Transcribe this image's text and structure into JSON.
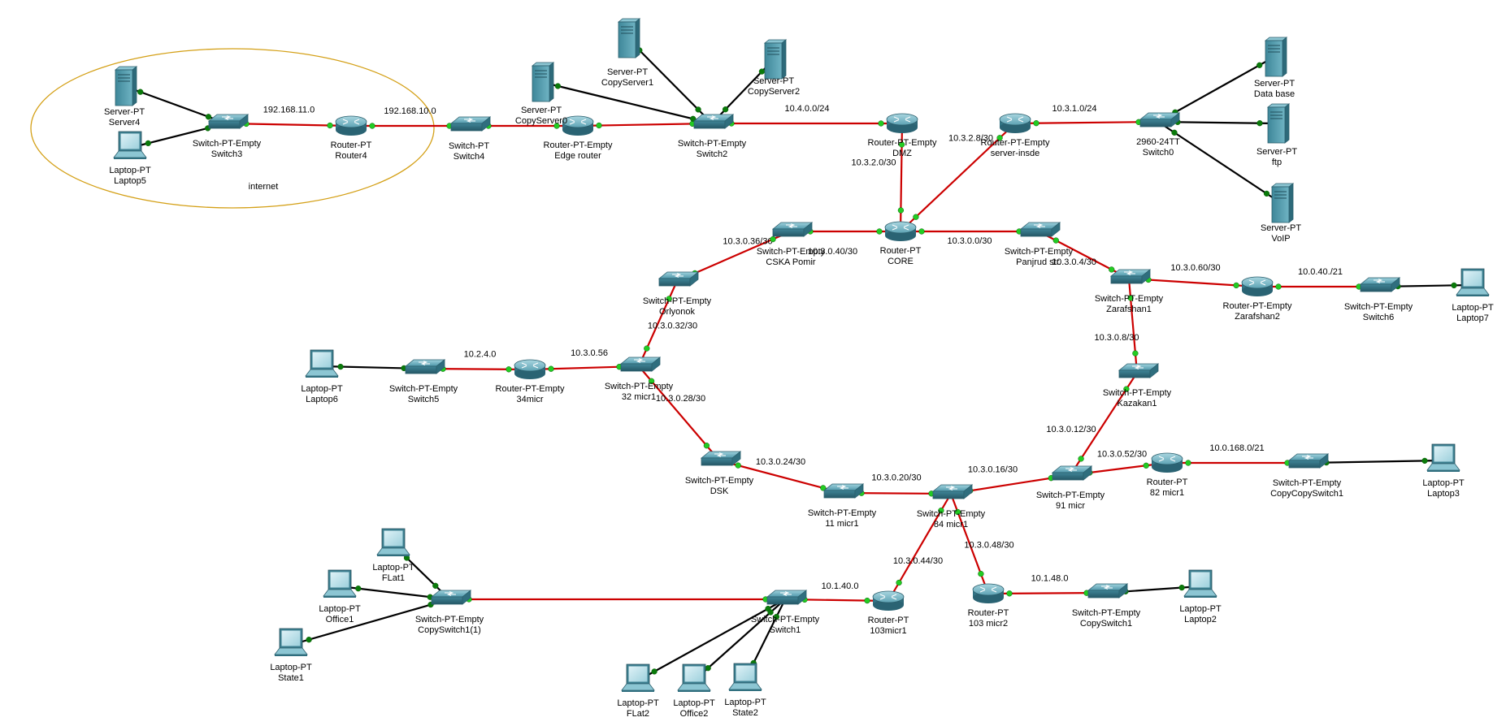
{
  "cloud": {
    "label": "internet"
  },
  "devices": [
    {
      "id": "server4",
      "name": "server4",
      "type": "server",
      "line1": "Server-PT",
      "line2": "Server4"
    },
    {
      "id": "laptop5",
      "name": "laptop5",
      "type": "laptop",
      "line1": "Laptop-PT",
      "line2": "Laptop5"
    },
    {
      "id": "switch3",
      "name": "switch3",
      "type": "switch",
      "line1": "Switch-PT-Empty",
      "line2": "Switch3"
    },
    {
      "id": "router4",
      "name": "router4",
      "type": "router",
      "line1": "Router-PT",
      "line2": "Router4"
    },
    {
      "id": "switch4",
      "name": "switch4",
      "type": "switch",
      "line1": "Switch-PT",
      "line2": "Switch4"
    },
    {
      "id": "edge",
      "name": "edge-router",
      "type": "router",
      "line1": "Router-PT-Empty",
      "line2": "Edge router"
    },
    {
      "id": "cs0",
      "name": "copyserver0",
      "type": "server",
      "line1": "Server-PT",
      "line2": "CopyServer0"
    },
    {
      "id": "cs1",
      "name": "copyserver1",
      "type": "server",
      "line1": "Server-PT",
      "line2": "CopyServer1"
    },
    {
      "id": "cs2",
      "name": "copyserver2",
      "type": "server",
      "line1": "Server-PT",
      "line2": "CopyServer2"
    },
    {
      "id": "switch2",
      "name": "switch2",
      "type": "switch",
      "line1": "Switch-PT-Empty",
      "line2": "Switch2"
    },
    {
      "id": "dmz",
      "name": "dmz-router",
      "type": "router",
      "line1": "Router-PT-Empty",
      "line2": "DMZ"
    },
    {
      "id": "srvinside",
      "name": "server-insde-router",
      "type": "router",
      "line1": "Router-PT-Empty",
      "line2": "server-insde"
    },
    {
      "id": "switch0",
      "name": "switch0",
      "type": "switch",
      "line1": "2960-24TT",
      "line2": "Switch0"
    },
    {
      "id": "database",
      "name": "database-server",
      "type": "server",
      "line1": "Server-PT",
      "line2": "Data base"
    },
    {
      "id": "ftp",
      "name": "ftp-server",
      "type": "server",
      "line1": "Server-PT",
      "line2": "ftp"
    },
    {
      "id": "voip",
      "name": "voip-server",
      "type": "server",
      "line1": "Server-PT",
      "line2": "VoIP"
    },
    {
      "id": "core",
      "name": "core-router",
      "type": "router",
      "line1": "Router-PT",
      "line2": "CORE"
    },
    {
      "id": "cska",
      "name": "cska-pomir-switch",
      "type": "switch",
      "line1": "Switch-PT-Empty",
      "line2": "CSKA Pomir"
    },
    {
      "id": "panjrud",
      "name": "panjrud-switch",
      "type": "switch",
      "line1": "Switch-PT-Empty",
      "line2": "Panjrud str."
    },
    {
      "id": "orlyonok",
      "name": "orlyonok-switch",
      "type": "switch",
      "line1": "Switch-PT-Empty",
      "line2": "Orlyonok"
    },
    {
      "id": "zaraf1",
      "name": "zarafshan1-switch",
      "type": "switch",
      "line1": "Switch-PT-Empty",
      "line2": "Zarafshan1"
    },
    {
      "id": "zaraf2",
      "name": "zarafshan2-router",
      "type": "router",
      "line1": "Router-PT-Empty",
      "line2": "Zarafshan2"
    },
    {
      "id": "switch6",
      "name": "switch6",
      "type": "switch",
      "line1": "Switch-PT-Empty",
      "line2": "Switch6"
    },
    {
      "id": "laptop7",
      "name": "laptop7",
      "type": "laptop",
      "line1": "Laptop-PT",
      "line2": "Laptop7"
    },
    {
      "id": "laptop6",
      "name": "laptop6",
      "type": "laptop",
      "line1": "Laptop-PT",
      "line2": "Laptop6"
    },
    {
      "id": "switch5",
      "name": "switch5",
      "type": "switch",
      "line1": "Switch-PT-Empty",
      "line2": "Switch5"
    },
    {
      "id": "r34",
      "name": "34micr-router",
      "type": "router",
      "line1": "Router-PT-Empty",
      "line2": "34micr"
    },
    {
      "id": "s32",
      "name": "32-micr1-switch",
      "type": "switch",
      "line1": "Switch-PT-Empty",
      "line2": "32 micr1"
    },
    {
      "id": "kazakan",
      "name": "kazakan1-switch",
      "type": "switch",
      "line1": "Switch-PT-Empty",
      "line2": "Kazakan1"
    },
    {
      "id": "dsk",
      "name": "dsk-switch",
      "type": "switch",
      "line1": "Switch-PT-Empty",
      "line2": "DSK"
    },
    {
      "id": "s11",
      "name": "11-micr1-switch",
      "type": "switch",
      "line1": "Switch-PT-Empty",
      "line2": "11 micr1"
    },
    {
      "id": "s84",
      "name": "84-micr1-switch",
      "type": "switch",
      "line1": "Switch-PT-Empty",
      "line2": "84 micr1"
    },
    {
      "id": "s91",
      "name": "91-micr-switch",
      "type": "switch",
      "line1": "Switch-PT-Empty",
      "line2": "91 micr"
    },
    {
      "id": "r82",
      "name": "82-micr1-router",
      "type": "router",
      "line1": "Router-PT",
      "line2": "82 micr1"
    },
    {
      "id": "ccs1",
      "name": "copycopyswitch1",
      "type": "switch",
      "line1": "Switch-PT-Empty",
      "line2": "CopyCopySwitch1"
    },
    {
      "id": "laptop3",
      "name": "laptop3",
      "type": "laptop",
      "line1": "Laptop-PT",
      "line2": "Laptop3"
    },
    {
      "id": "flat1",
      "name": "flat1-laptop",
      "type": "laptop",
      "line1": "Laptop-PT",
      "line2": "FLat1"
    },
    {
      "id": "office1",
      "name": "office1-laptop",
      "type": "laptop",
      "line1": "Laptop-PT",
      "line2": "Office1"
    },
    {
      "id": "state1",
      "name": "state1-laptop",
      "type": "laptop",
      "line1": "Laptop-PT",
      "line2": "State1"
    },
    {
      "id": "cs11",
      "name": "copyswitch1-1",
      "type": "switch",
      "line1": "Switch-PT-Empty",
      "line2": "CopySwitch1(1)"
    },
    {
      "id": "switch1",
      "name": "switch1",
      "type": "switch",
      "line1": "Switch-PT-Empty",
      "line2": "Switch1"
    },
    {
      "id": "r103",
      "name": "103micr1-router",
      "type": "router",
      "line1": "Router-PT",
      "line2": "103micr1"
    },
    {
      "id": "r1032",
      "name": "103-micr2-router",
      "type": "router",
      "line1": "Router-PT",
      "line2": "103 micr2"
    },
    {
      "id": "copysw1",
      "name": "copyswitch1",
      "type": "switch",
      "line1": "Switch-PT-Empty",
      "line2": "CopySwitch1"
    },
    {
      "id": "laptop2",
      "name": "laptop2",
      "type": "laptop",
      "line1": "Laptop-PT",
      "line2": "Laptop2"
    },
    {
      "id": "flat2",
      "name": "flat2-laptop",
      "type": "laptop",
      "line1": "Laptop-PT",
      "line2": "FLat2"
    },
    {
      "id": "office2",
      "name": "office2-laptop",
      "type": "laptop",
      "line1": "Laptop-PT",
      "line2": "Office2"
    },
    {
      "id": "state2",
      "name": "state2-laptop",
      "type": "laptop",
      "line1": "Laptop-PT",
      "line2": "State2"
    }
  ],
  "links": [
    {
      "a": "server4",
      "b": "switch3",
      "kind": "copper"
    },
    {
      "a": "laptop5",
      "b": "switch3",
      "kind": "copper"
    },
    {
      "a": "switch3",
      "b": "router4",
      "kind": "serial",
      "label": "192.168.11.0"
    },
    {
      "a": "router4",
      "b": "switch4",
      "kind": "serial",
      "label": "192.168.10.0"
    },
    {
      "a": "switch4",
      "b": "edge",
      "kind": "serial"
    },
    {
      "a": "edge",
      "b": "switch2",
      "kind": "serial"
    },
    {
      "a": "cs0",
      "b": "switch2",
      "kind": "copper"
    },
    {
      "a": "cs1",
      "b": "switch2",
      "kind": "copper"
    },
    {
      "a": "cs2",
      "b": "switch2",
      "kind": "copper"
    },
    {
      "a": "switch2",
      "b": "dmz",
      "kind": "serial",
      "label": "10.4.0.0/24"
    },
    {
      "a": "dmz",
      "b": "core",
      "kind": "serial",
      "label": "10.3.2.0/30"
    },
    {
      "a": "srvinside",
      "b": "core",
      "kind": "serial",
      "label": "10.3.2.8/30"
    },
    {
      "a": "srvinside",
      "b": "switch0",
      "kind": "serial",
      "label": "10.3.1.0/24"
    },
    {
      "a": "switch0",
      "b": "database",
      "kind": "copper"
    },
    {
      "a": "switch0",
      "b": "ftp",
      "kind": "copper"
    },
    {
      "a": "switch0",
      "b": "voip",
      "kind": "copper"
    },
    {
      "a": "cska",
      "b": "core",
      "kind": "serial",
      "label": "10.3.0.40/30"
    },
    {
      "a": "core",
      "b": "panjrud",
      "kind": "serial",
      "label": "10.3.0.0/30"
    },
    {
      "a": "orlyonok",
      "b": "cska",
      "kind": "serial",
      "label": "10.3.0.36/30"
    },
    {
      "a": "panjrud",
      "b": "zaraf1",
      "kind": "serial",
      "label": "10.3.0.4/30"
    },
    {
      "a": "zaraf1",
      "b": "zaraf2",
      "kind": "serial",
      "label": "10.3.0.60/30"
    },
    {
      "a": "zaraf2",
      "b": "switch6",
      "kind": "serial",
      "label": "10.0.40./21"
    },
    {
      "a": "switch6",
      "b": "laptop7",
      "kind": "copper"
    },
    {
      "a": "orlyonok",
      "b": "s32",
      "kind": "serial",
      "label": "10.3.0.32/30"
    },
    {
      "a": "laptop6",
      "b": "switch5",
      "kind": "copper"
    },
    {
      "a": "switch5",
      "b": "r34",
      "kind": "serial",
      "label": "10.2.4.0"
    },
    {
      "a": "r34",
      "b": "s32",
      "kind": "serial",
      "label": "10.3.0.56"
    },
    {
      "a": "zaraf1",
      "b": "kazakan",
      "kind": "serial",
      "label": "10.3.0.8/30"
    },
    {
      "a": "s32",
      "b": "dsk",
      "kind": "serial",
      "label": "10.3.0.28/30"
    },
    {
      "a": "dsk",
      "b": "s11",
      "kind": "serial",
      "label": "10.3.0.24/30"
    },
    {
      "a": "s11",
      "b": "s84",
      "kind": "serial",
      "label": "10.3.0.20/30"
    },
    {
      "a": "kazakan",
      "b": "s91",
      "kind": "serial",
      "label": "10.3.0.12/30"
    },
    {
      "a": "s84",
      "b": "s91",
      "kind": "serial",
      "label": "10.3.0.16/30"
    },
    {
      "a": "s91",
      "b": "r82",
      "kind": "serial",
      "label": "10.3.0.52/30"
    },
    {
      "a": "r82",
      "b": "ccs1",
      "kind": "serial",
      "label": "10.0.168.0/21"
    },
    {
      "a": "ccs1",
      "b": "laptop3",
      "kind": "copper"
    },
    {
      "a": "s84",
      "b": "r103",
      "kind": "serial",
      "label": "10.3.0.44/30"
    },
    {
      "a": "s84",
      "b": "r1032",
      "kind": "serial",
      "label": "10.3.0.48/30"
    },
    {
      "a": "switch1",
      "b": "r103",
      "kind": "serial",
      "label": "10.1.40.0"
    },
    {
      "a": "r1032",
      "b": "copysw1",
      "kind": "serial",
      "label": "10.1.48.0"
    },
    {
      "a": "copysw1",
      "b": "laptop2",
      "kind": "copper"
    },
    {
      "a": "cs11",
      "b": "switch1",
      "kind": "serial"
    },
    {
      "a": "flat1",
      "b": "cs11",
      "kind": "copper"
    },
    {
      "a": "office1",
      "b": "cs11",
      "kind": "copper"
    },
    {
      "a": "state1",
      "b": "cs11",
      "kind": "copper"
    },
    {
      "a": "flat2",
      "b": "switch1",
      "kind": "copper"
    },
    {
      "a": "office2",
      "b": "switch1",
      "kind": "copper"
    },
    {
      "a": "state2",
      "b": "switch1",
      "kind": "copper"
    }
  ],
  "colors": {
    "serial": "#cc0000",
    "copper": "#000000",
    "port": "#22cc22",
    "port_dark": "#0a7a0a",
    "cloud": "#d4a017"
  }
}
